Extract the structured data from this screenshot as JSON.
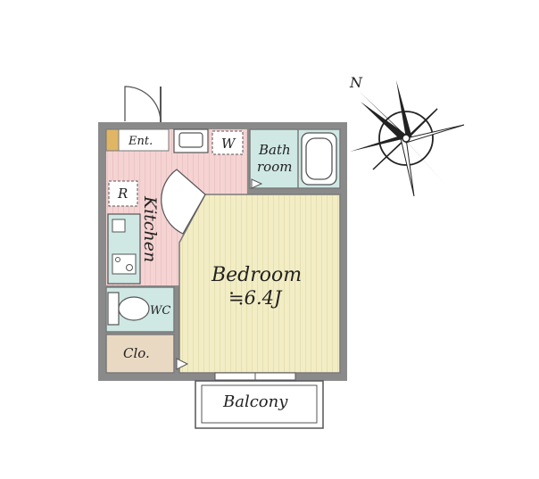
{
  "compass": {
    "north_label": "N"
  },
  "rooms": {
    "entrance": "Ent.",
    "washer": "W",
    "bath": {
      "line1": "Bath",
      "line2": "room"
    },
    "fridge": "R",
    "kitchen": "Kitchen",
    "bedroom": {
      "name": "Bedroom",
      "size": "≒6.4J"
    },
    "wc": "WC",
    "closet": "Clo.",
    "balcony": "Balcony"
  },
  "colors": {
    "wall": "#8a8a8a",
    "kitchen_floor": "#f5d3d3",
    "bedroom_floor": "#f2edc4",
    "wet_area": "#cfe8e4",
    "closet_floor": "#ead9c2"
  }
}
